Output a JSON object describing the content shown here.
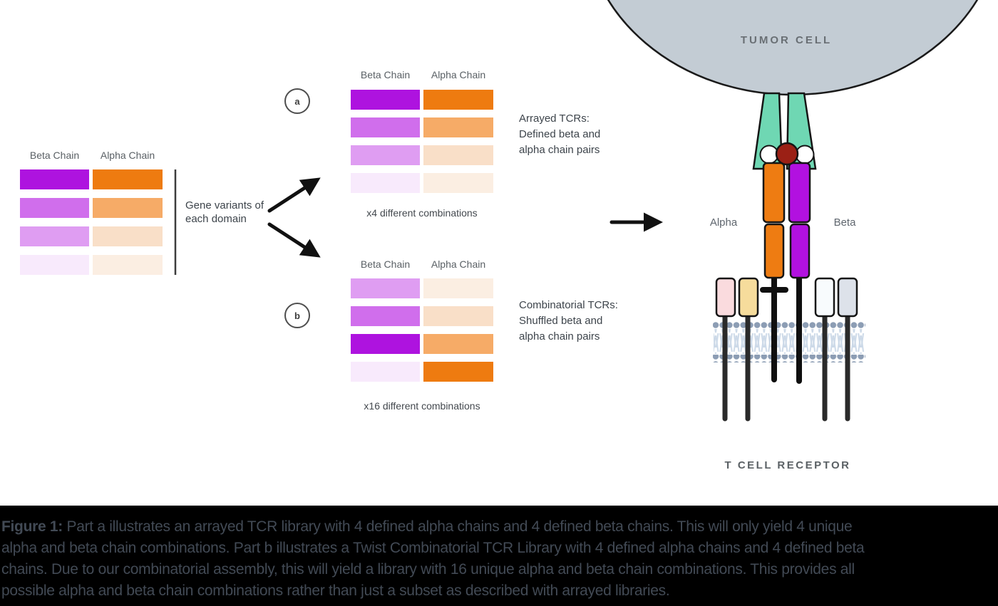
{
  "palette": {
    "beta_levels": [
      "#ae13df",
      "#d06eec",
      "#df9df2",
      "#f8eafc"
    ],
    "alpha_levels": [
      "#ee7b10",
      "#f6ab67",
      "#f9dfc8",
      "#fbeee2"
    ],
    "mhc_teal": "#6fd7b3",
    "peptide_red": "#9b2015",
    "tcr_alpha_orange": "#ee7c12",
    "tcr_beta_purple": "#b211e0",
    "tumor_cell_fill": "#c3ccd4",
    "membrane_head": "#8c9db4",
    "membrane_tail": "#ccd9e8",
    "accessory_pink": "#fadbde",
    "accessory_tan": "#f6dc9c",
    "accessory_white": "#f8fbfd",
    "accessory_gray": "#dde2ea",
    "caption_bg": "#000000",
    "caption_text": "#424a55"
  },
  "left_group": {
    "beta_header": "Beta Chain",
    "alpha_header": "Alpha Chain",
    "note_line1": "Gene variants of",
    "note_line2": "each domain"
  },
  "group_a": {
    "badge": "a",
    "beta_header": "Beta Chain",
    "alpha_header": "Alpha Chain",
    "combinations_label": "x4 different combinations",
    "description_line1": "Arrayed TCRs:",
    "description_line2": "Defined beta and",
    "description_line3": "alpha chain pairs"
  },
  "group_b": {
    "badge": "b",
    "beta_header": "Beta Chain",
    "alpha_header": "Alpha Chain",
    "combinations_label": "x16 different combinations",
    "description_line1": "Combinatorial TCRs:",
    "description_line2": "Shuffled beta and",
    "description_line3": "alpha chain pairs"
  },
  "bars": {
    "left": {
      "beta": [
        1,
        2,
        3,
        4
      ],
      "alpha": [
        1,
        2,
        3,
        4
      ]
    },
    "a": {
      "beta": [
        1,
        2,
        3,
        4
      ],
      "alpha": [
        1,
        2,
        3,
        4
      ]
    },
    "b": {
      "beta": [
        3,
        2,
        1,
        4
      ],
      "alpha": [
        4,
        3,
        2,
        1
      ]
    }
  },
  "receptor_panel": {
    "tumor_cell_label": "TUMOR CELL",
    "alpha_label": "Alpha",
    "beta_label": "Beta",
    "receptor_label": "T CELL RECEPTOR"
  },
  "caption": {
    "label": "Figure 1:",
    "line1": " Part a illustrates an arrayed TCR library with 4 defined alpha chains and 4 defined beta chains. This will only yield 4 unique",
    "line2": "alpha and beta chain combinations. Part b illustrates a Twist Combinatorial TCR Library with 4 defined alpha chains and 4 defined beta",
    "line3": "chains. Due to our combinatorial assembly, this will yield a library with 16 unique alpha and beta chain combinations. This provides all",
    "line4": "possible alpha and beta chain combinations rather than just a subset as described with arrayed libraries."
  }
}
